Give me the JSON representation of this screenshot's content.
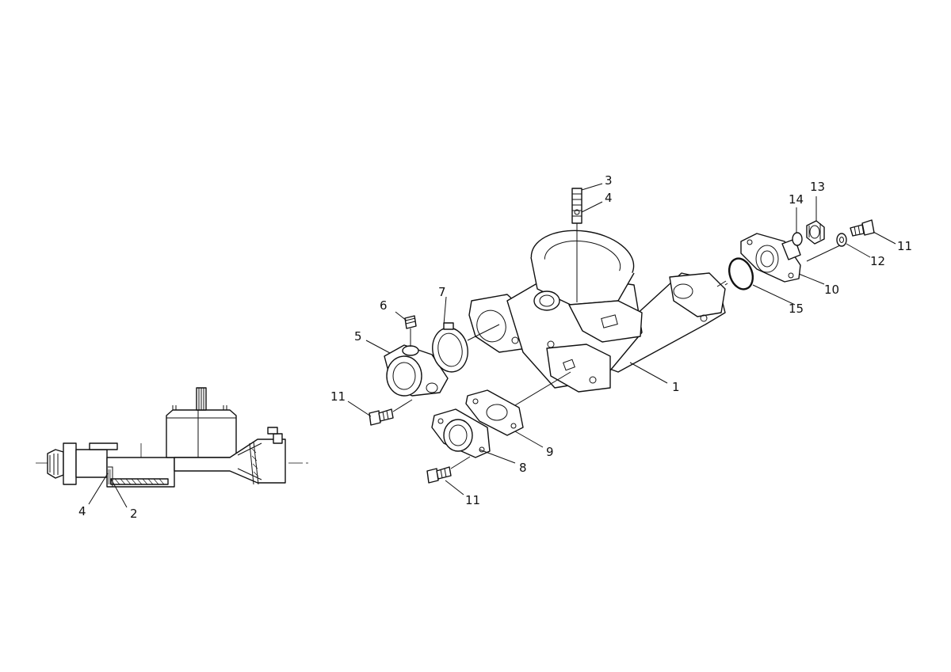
{
  "diagram": {
    "callouts": {
      "c1": "1",
      "c2": "2",
      "c3": "3",
      "c4a": "4",
      "c4b": "4",
      "c5": "5",
      "c6": "6",
      "c7": "7",
      "c8": "8",
      "c9": "9",
      "c10": "10",
      "c11a": "11",
      "c11b": "11",
      "c11c": "11",
      "c12": "12",
      "c13": "13",
      "c14": "14",
      "c15": "15"
    }
  }
}
